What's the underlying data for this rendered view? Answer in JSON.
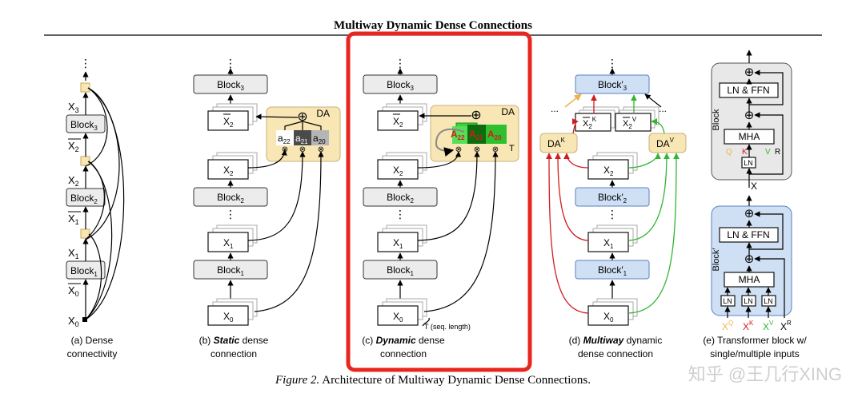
{
  "title": "Multiway Dynamic Dense Connections",
  "caption": {
    "fig": "Figure 2.",
    "text": "Architecture of Multiway Dynamic Dense Connections."
  },
  "watermark": "知乎 @王几行XING",
  "panel_a": {
    "label_line1": "(a) Dense",
    "label_line2": "connectivity",
    "x3": "X",
    "x3_sub": "3",
    "block3": "Block",
    "block3_sub": "3",
    "xbar2": "X",
    "xbar2_sub": "2",
    "x2": "X",
    "x2_sub": "2",
    "block2": "Block",
    "block2_sub": "2",
    "xbar1": "X",
    "xbar1_sub": "1",
    "x1": "X",
    "x1_sub": "1",
    "block1": "Block",
    "block1_sub": "1",
    "xbar0": "X",
    "xbar0_sub": "0",
    "x0": "X",
    "x0_sub": "0",
    "dots": "⋮"
  },
  "panel_b": {
    "label_line1_pre": "(b) ",
    "label_line1_bold": "Static",
    "label_line1_post": " dense",
    "label_line2": "connection",
    "block3": "Block",
    "block3_sub": "3",
    "x2bar": "X",
    "x2bar_sub": "2",
    "x2": "X",
    "x2_sub": "2",
    "block2": "Block",
    "block2_sub": "2",
    "x1": "X",
    "x1_sub": "1",
    "block1": "Block",
    "block1_sub": "1",
    "x0": "X",
    "x0_sub": "0",
    "da": "DA",
    "a22": "a",
    "a22_sub": "22",
    "a21": "a",
    "a21_sub": "21",
    "a20": "a",
    "a20_sub": "20",
    "dots": "⋮"
  },
  "panel_c": {
    "label_line1_pre": "(c) ",
    "label_line1_bold": "Dynamic",
    "label_line1_post": " dense",
    "label_line2": "connection",
    "block3": "Block",
    "block3_sub": "3",
    "x2bar": "X",
    "x2bar_sub": "2",
    "x2": "X",
    "x2_sub": "2",
    "block2": "Block",
    "block2_sub": "2",
    "x1": "X",
    "x1_sub": "1",
    "block1": "Block",
    "block1_sub": "1",
    "x0": "X",
    "x0_sub": "0",
    "da": "DA",
    "a22": "A",
    "a22_sub": "22",
    "a21": "A",
    "a21_sub": "21",
    "a20": "A",
    "a20_sub": "20",
    "t": "T",
    "seq_label": "T (seq. length)",
    "dots": "⋮"
  },
  "panel_d": {
    "label_line1_pre": "(d) ",
    "label_line1_bold": "Multiway",
    "label_line1_post": " dynamic",
    "label_line2": "dense connection",
    "block3": "Block′",
    "block3_sub": "3",
    "x2k": "X",
    "x2k_sub": "2",
    "x2k_sup": "K",
    "x2v": "X",
    "x2v_sub": "2",
    "x2v_sup": "V",
    "dak": "DA",
    "dak_sup": "K",
    "dav": "DA",
    "dav_sup": "V",
    "x2": "X",
    "x2_sub": "2",
    "block2": "Block′",
    "block2_sub": "2",
    "x1": "X",
    "x1_sub": "1",
    "block1": "Block′",
    "block1_sub": "1",
    "x0": "X",
    "x0_sub": "0",
    "ellipsis": "...",
    "dots": "⋮"
  },
  "panel_e": {
    "label_line1": "(e) Transformer block w/",
    "label_line2": "single/multiple inputs",
    "top": {
      "block_label": "Block",
      "lnffn": "LN & FFN",
      "mha": "MHA",
      "ln": "LN",
      "q": "Q",
      "k": "K",
      "v": "V",
      "r": "R",
      "x": "X"
    },
    "bottom": {
      "block_label": "Block′",
      "lnffn": "LN & FFN",
      "mha": "MHA",
      "ln": "LN",
      "xq": "X",
      "xq_sup": "Q",
      "xk": "X",
      "xk_sup": "K",
      "xv": "X",
      "xv_sup": "V",
      "xr": "X",
      "xr_sup": "R"
    },
    "plus": "⊕"
  },
  "colors": {
    "highlight_border": "#e8261f",
    "da_fill": "#f8e7b5",
    "block_fill": "#ececec",
    "block_prime_fill": "#cfe0f5",
    "red": "#d21c1c",
    "green": "#33b533",
    "orange": "#f0b24a"
  }
}
